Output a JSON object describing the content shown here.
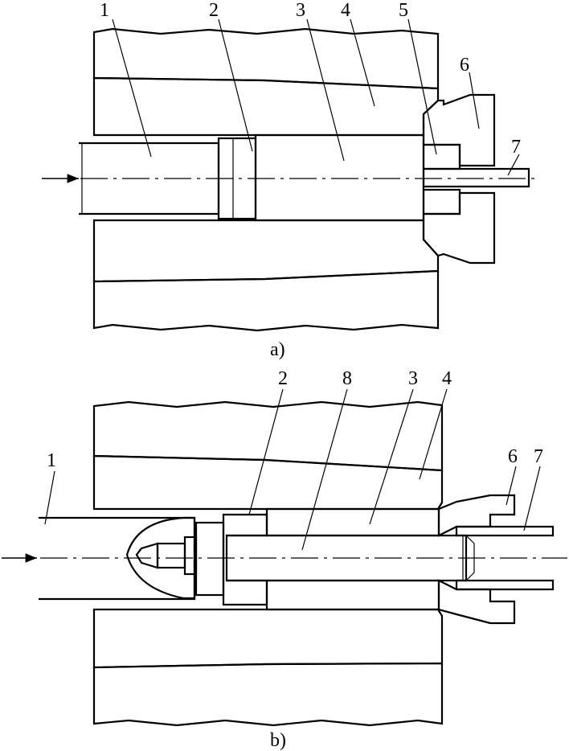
{
  "diagram_a": {
    "caption": "a)",
    "labels": [
      "1",
      "2",
      "3",
      "4",
      "5",
      "6",
      "7"
    ]
  },
  "diagram_b": {
    "caption": "b)",
    "labels": [
      "1",
      "2",
      "8",
      "3",
      "4",
      "6",
      "7"
    ]
  }
}
